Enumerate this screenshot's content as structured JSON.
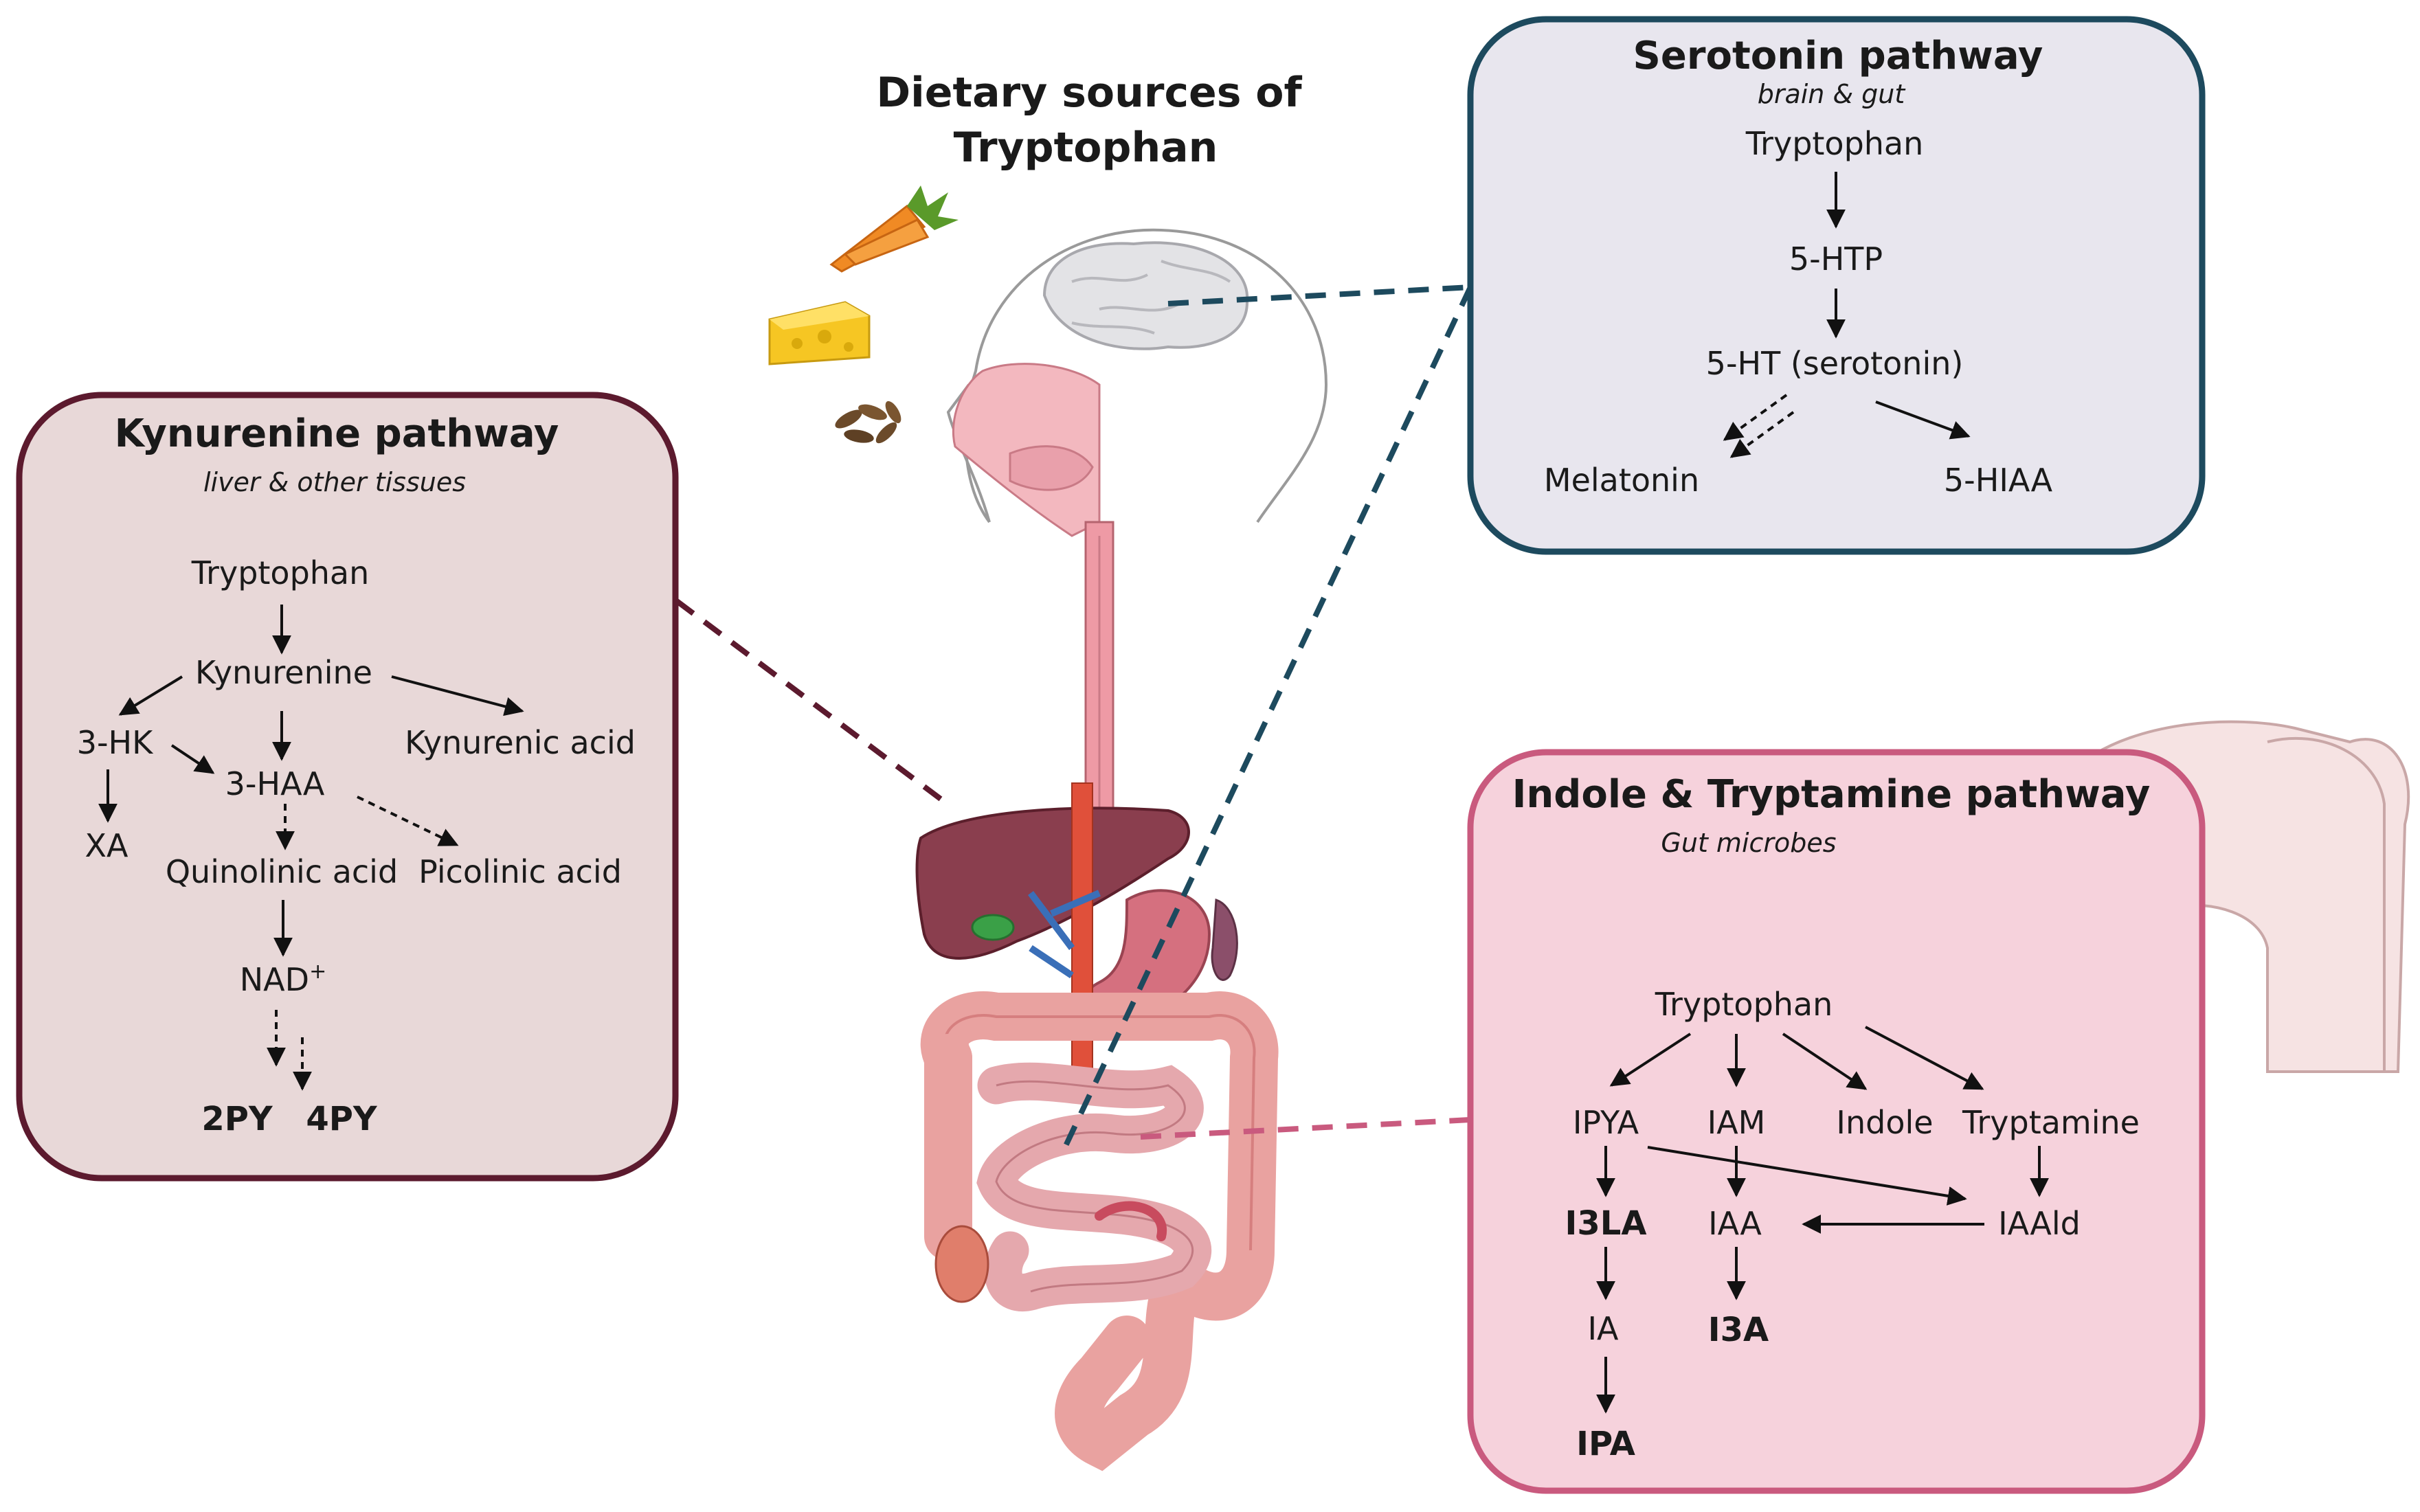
{
  "header": {
    "title_line1": "Dietary sources of",
    "title_line2": "Tryptophan"
  },
  "kynurenine": {
    "title": "Kynurenine pathway",
    "subtitle": "liver & other tissues",
    "tryptophan": "Tryptophan",
    "kynurenine": "Kynurenine",
    "hk": "3-HK",
    "haa": "3-HAA",
    "kynurenic_acid": "Kynurenic acid",
    "xa": "XA",
    "quinolinic_acid": "Quinolinic acid",
    "picolinic_acid": "Picolinic acid",
    "nad": "NAD",
    "nad_sup": "+",
    "py2": "2PY",
    "py4": "4PY"
  },
  "serotonin": {
    "title": "Serotonin pathway",
    "subtitle": "brain & gut",
    "tryptophan": "Tryptophan",
    "htp": "5-HTP",
    "ht": "5-HT (serotonin)",
    "melatonin": "Melatonin",
    "hiaa": "5-HIAA"
  },
  "indole": {
    "title": "Indole & Tryptamine pathway",
    "subtitle": "Gut microbes",
    "tryptophan": "Tryptophan",
    "ipya": "IPYA",
    "iam": "IAM",
    "indole": "Indole",
    "tryptamine": "Tryptamine",
    "i3la": "I3LA",
    "iaa": "IAA",
    "iaald": "IAAld",
    "ia": "IA",
    "i3a": "I3A",
    "ipa": "IPA"
  },
  "colors": {
    "kynurenine_border": "#5c1a2e",
    "kynurenine_fill": "#e8d8d8",
    "serotonin_border": "#1d4a5e",
    "serotonin_fill": "#e8e6ee",
    "indole_border": "#c95a7e",
    "indole_fill": "#f6d2dc"
  }
}
